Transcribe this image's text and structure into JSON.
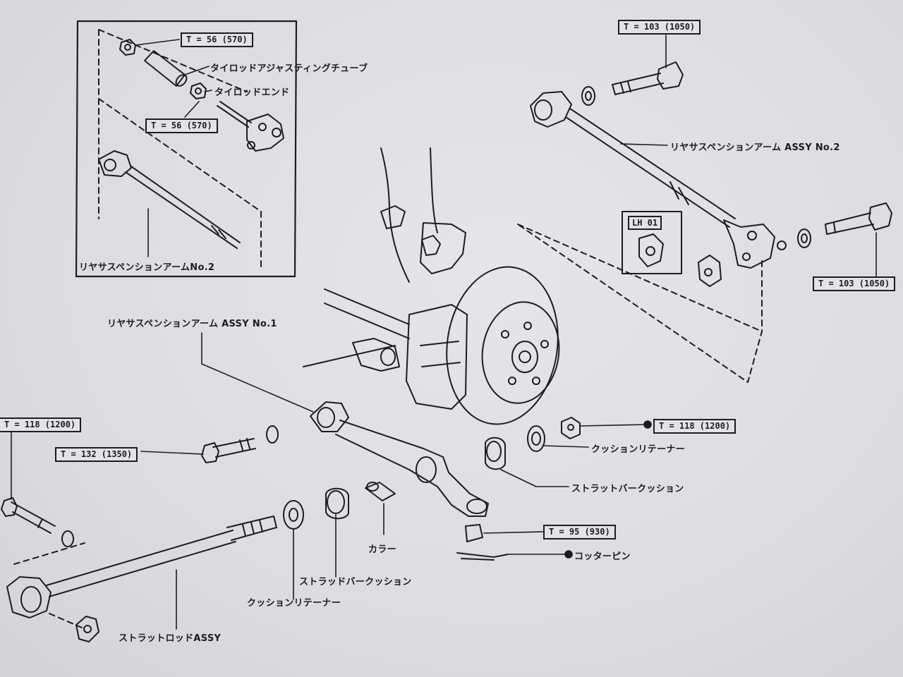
{
  "diagram": {
    "torque_specs": {
      "tie_rod_nut_top": "T = 56 (570)",
      "tie_rod_nut_mid": "T = 56 (570)",
      "bolt_top_right": "T = 103 (1050)",
      "bolt_right": "T = 103 (1050)",
      "nut_right": "T = 118 (1200)",
      "bolt_left_top": "T = 118 (1200)",
      "bolt_left": "T = 132 (1350)",
      "nut_bottom": "T = 95 (930)"
    },
    "labels": {
      "tie_rod_adjusting_tube": "タイロッドアジャスティングチューブ",
      "tie_rod_end": "タイロッドエンド",
      "arm_no2_inset": "リヤサスペンションアームNo.2",
      "arm_assy_no2": "リヤサスペンションアーム ASSY  No.2",
      "arm_assy_no1": "リヤサスペンションアーム ASSY  No.1",
      "lh_tag": "LH 01",
      "cushion_retainer_right": "クッションリテーナー",
      "strut_bar_cushion_right": "ストラットバークッション",
      "collar": "カラー",
      "strut_bar_cushion_left": "ストラッドバークッション",
      "cushion_retainer_left": "クッションリテーナー",
      "strut_rod_assy": "ストラットロッドASSY",
      "cotter_pin": "コッターピン"
    },
    "colors": {
      "ink": "#1d1d1f",
      "paper": "#e3e2e7"
    }
  }
}
